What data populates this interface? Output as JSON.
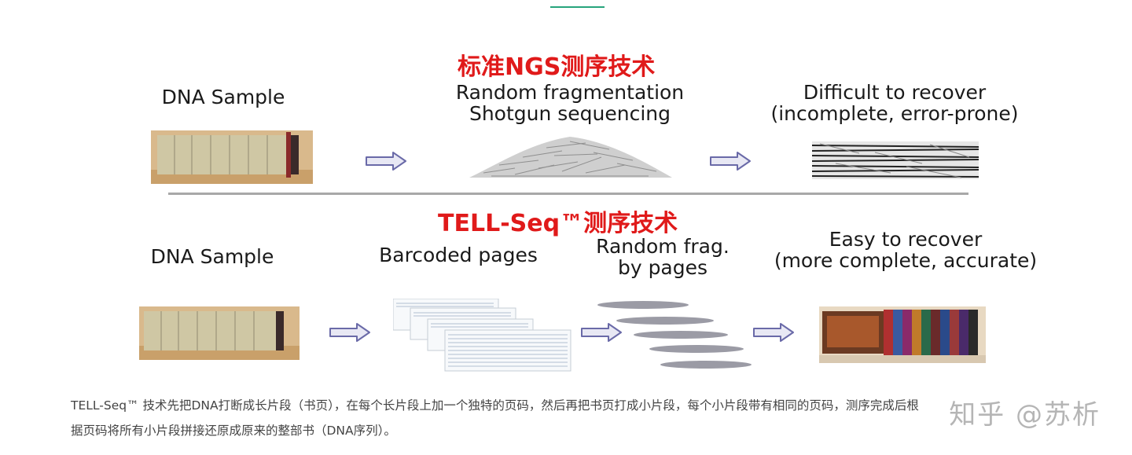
{
  "top_row": {
    "title": "标准NGS测序技术",
    "sample_label": "DNA Sample",
    "fragment_label_line1": "Random fragmentation",
    "fragment_label_line2": "Shotgun sequencing",
    "result_label_line1": "Difficult to recover",
    "result_label_line2": "(incomplete, error-prone)"
  },
  "bottom_row": {
    "title": "TELL-Seq™测序技术",
    "sample_label": "DNA Sample",
    "barcode_label": "Barcoded pages",
    "fragment_label_line1": "Random frag.",
    "fragment_label_line2": "by pages",
    "result_label_line1": "Easy to recover",
    "result_label_line2": "(more complete, accurate)"
  },
  "caption": {
    "line1": "TELL-Seq™ 技术先把DNA打断成长片段（书页），在每个长片段上加一个独特的页码，然后再把书页打成小片段，每个小片段带有相同的页码，测序完成后根",
    "line2": "据页码将所有小片段拼接还原成原来的整部书（DNA序列）。"
  },
  "watermark": "知乎 @苏析",
  "colors": {
    "title_red": "#e01a1a",
    "arrow_fill": "#e8e8f4",
    "arrow_stroke": "#6a6aa8",
    "accent": "#26a47c"
  }
}
